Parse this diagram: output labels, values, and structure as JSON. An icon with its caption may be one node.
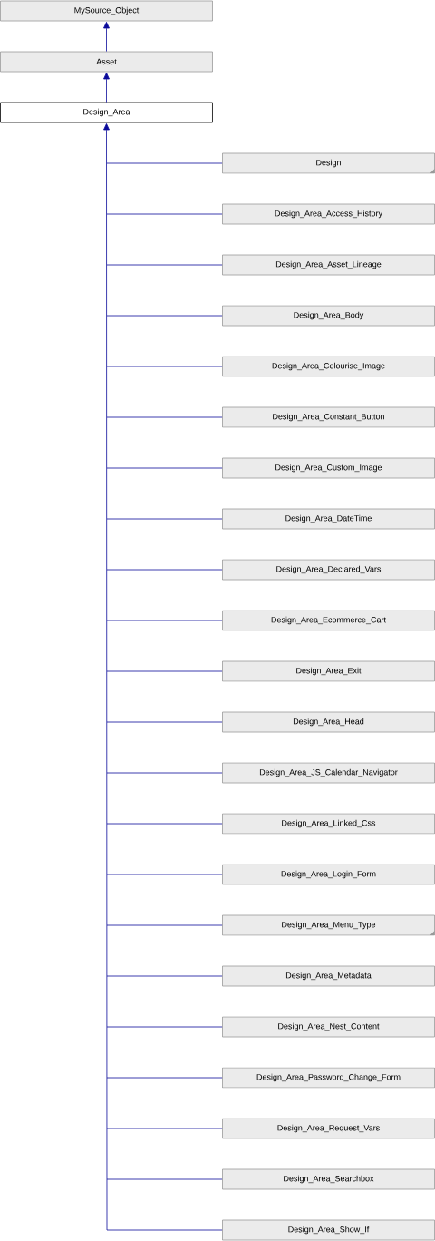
{
  "diagram": {
    "nodes": [
      {
        "text": [
          "MySource_Object"
        ]
      },
      {
        "text": [
          "Asset"
        ]
      },
      {
        "text": [
          "Design_Area"
        ]
      },
      {
        "text": [
          "Design"
        ]
      },
      {
        "text": [
          "Design_Area_Access_History"
        ]
      },
      {
        "text": [
          "Design_Area_Asset_Lineage"
        ]
      },
      {
        "text": [
          "Design_Area_Body"
        ]
      },
      {
        "text": [
          "Design_Area_Colourise_Image"
        ]
      },
      {
        "text": [
          "Design_Area_Constant_Button"
        ]
      },
      {
        "text": [
          "Design_Area_Custom_Image"
        ]
      },
      {
        "text": [
          "Design_Area_DateTime"
        ]
      },
      {
        "text": [
          "Design_Area_Declared_Vars"
        ]
      },
      {
        "text": [
          "Design_Area_Ecommerce_Cart"
        ]
      },
      {
        "text": [
          "Design_Area_Exit"
        ]
      },
      {
        "text": [
          "Design_Area_Head"
        ]
      },
      {
        "text": [
          "Design_Area_JS_Calendar_Navigator"
        ]
      },
      {
        "text": [
          "Design_Area_Linked_Css"
        ]
      },
      {
        "text": [
          "Design_Area_Login_Form"
        ]
      },
      {
        "text": [
          "Design_Area_Menu_Type"
        ]
      },
      {
        "text": [
          "Design_Area_Metadata"
        ]
      },
      {
        "text": [
          "Design_Area_Nest_Content"
        ]
      },
      {
        "text": [
          "Design_Area_Password_Change_Form"
        ]
      },
      {
        "text": [
          "Design_Area_Request_Vars"
        ]
      },
      {
        "text": [
          "Design_Area_Searchbox"
        ]
      },
      {
        "text": [
          "Design_Area_Show_If"
        ]
      }
    ],
    "edges": [
      {
        "from": 1,
        "to": 0,
        "arrow": "to"
      },
      {
        "from": 2,
        "to": 1,
        "arrow": "to"
      },
      {
        "from": 3,
        "to": 2,
        "arrow": "to"
      },
      {
        "from": 4,
        "to": 2,
        "arrow": "to"
      },
      {
        "from": 5,
        "to": 2,
        "arrow": "to"
      },
      {
        "from": 6,
        "to": 2,
        "arrow": "to"
      },
      {
        "from": 7,
        "to": 2,
        "arrow": "to"
      },
      {
        "from": 8,
        "to": 2,
        "arrow": "to"
      },
      {
        "from": 9,
        "to": 2,
        "arrow": "to"
      },
      {
        "from": 10,
        "to": 2,
        "arrow": "to"
      },
      {
        "from": 11,
        "to": 2,
        "arrow": "to"
      },
      {
        "from": 12,
        "to": 2,
        "arrow": "to"
      },
      {
        "from": 13,
        "to": 2,
        "arrow": "to"
      },
      {
        "from": 14,
        "to": 2,
        "arrow": "to"
      },
      {
        "from": 15,
        "to": 2,
        "arrow": "to"
      },
      {
        "from": 16,
        "to": 2,
        "arrow": "to"
      },
      {
        "from": 17,
        "to": 2,
        "arrow": "to"
      },
      {
        "from": 18,
        "to": 2,
        "arrow": "to"
      },
      {
        "from": 19,
        "to": 2,
        "arrow": "to"
      },
      {
        "from": 20,
        "to": 2,
        "arrow": "to"
      },
      {
        "from": 21,
        "to": 2,
        "arrow": "to"
      },
      {
        "from": 22,
        "to": 2,
        "arrow": "to"
      },
      {
        "from": 23,
        "to": 2,
        "arrow": "to"
      },
      {
        "from": 24,
        "to": 2,
        "arrow": "to"
      }
    ]
  }
}
